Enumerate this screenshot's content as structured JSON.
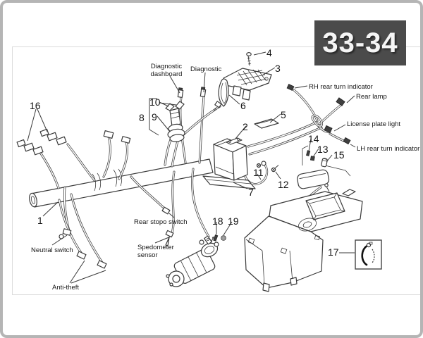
{
  "badge": "33-34",
  "callouts": {
    "c1": "1",
    "c2": "2",
    "c3": "3",
    "c4": "4",
    "c5": "5",
    "c6": "6",
    "c7": "7",
    "c8": "8",
    "c9": "9",
    "c10": "10",
    "c11": "11",
    "c12": "12",
    "c13": "13",
    "c14": "14",
    "c15": "15",
    "c16": "16",
    "c17": "17",
    "c18": "18",
    "c19": "19"
  },
  "labels": {
    "diagnostic_dashboard": {
      "line1": "Diagnostic",
      "line2": "dashboard"
    },
    "diagnostic": "Diagnostic",
    "rh_rear_turn_indicator": "RH rear turn indicator",
    "rear_lamp": "Rear lamp",
    "license_plate_light": "License plate light",
    "lh_rear_turn_indicator": "LH rear turn indicator",
    "rear_stop_switch": "Rear stopo switch",
    "neutral_switch": "Neutral switch",
    "speedometer_sensor": {
      "line1": "Spedometer",
      "line2": "sensor"
    },
    "anti_theft": "Anti-theft"
  },
  "colors": {
    "badge_bg": "#4b4b4b",
    "badge_text": "#f5f5f5",
    "line_art": "#3a3a3a",
    "page_frame": "#b5b5b5",
    "inner_border": "#dcdcdc"
  }
}
